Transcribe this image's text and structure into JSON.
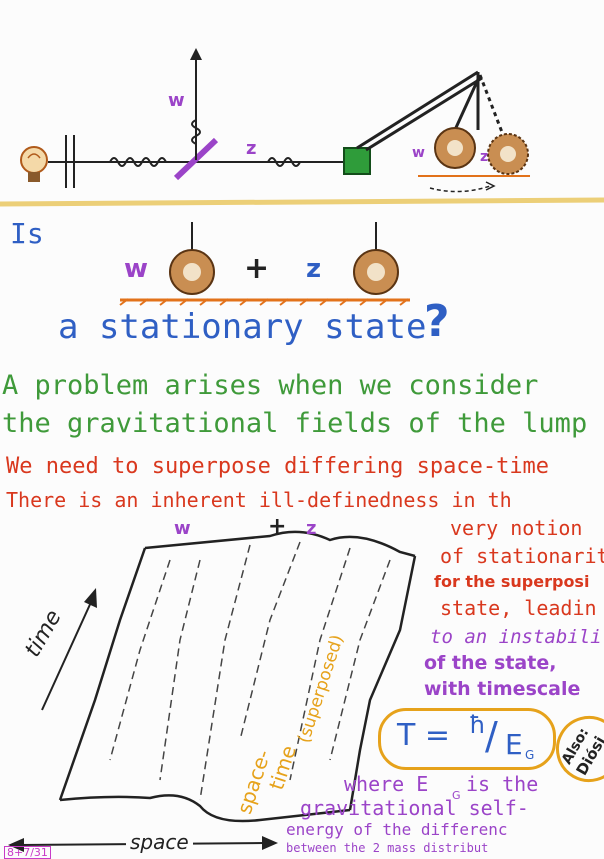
{
  "top_diagram": {
    "label_w": "w",
    "label_z": "z",
    "label_w_small": "w",
    "label_z_small": "z"
  },
  "question": {
    "is": "Is",
    "w": "w",
    "plus": "+",
    "z": "z",
    "line2": "a stationary state",
    "qmark": "?"
  },
  "green_text": {
    "line1": "A problem arises when we consider",
    "line2": "the gravitational fields of the lump"
  },
  "red_text": {
    "line1": "We need to superpose differing space-time",
    "line2": "There is an inherent ill-definedness in th"
  },
  "spacetime": {
    "label_w": "w",
    "label_plus": "+",
    "label_z": "z",
    "time": "time",
    "space": "space",
    "spacetime_line1": "space-",
    "spacetime_line2": "time",
    "superposed": "(superposed)"
  },
  "right_text": {
    "l1": "very notion",
    "l2": "of stationarit",
    "l3": "for the superposi",
    "l4": "state, leadin",
    "l5": "to an instabili",
    "l6": "of the state, ",
    "l7": "with timescale"
  },
  "formula": {
    "T": "T =",
    "hbar": "ħ",
    "slash": "/",
    "E": "E",
    "sub": "G"
  },
  "side_note": {
    "l1": "Also:",
    "l2": "Diósi"
  },
  "bottom_text": {
    "l1": "where E",
    "l1_sub": "G",
    "l1b": "is the",
    "l2": "gravitational self-",
    "l3": "energy of the differenc",
    "l4": "between the 2 mass distribut"
  },
  "date_stamp": "8+7/31",
  "colors": {
    "blue": "#2f5fc4",
    "green": "#3f9a3a",
    "red": "#d9381e",
    "orange": "#e2721a",
    "purple": "#9b44c8",
    "yellow": "#e6a21b"
  }
}
